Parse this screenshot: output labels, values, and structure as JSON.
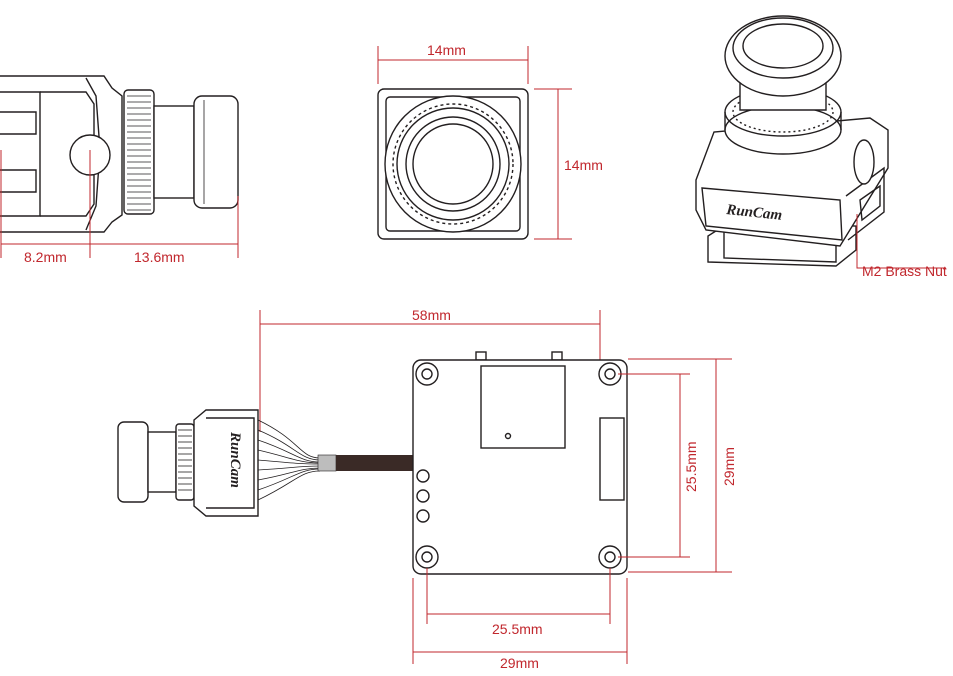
{
  "diagram": {
    "dimension_labels": {
      "side_depth_front": "8.2mm",
      "side_depth_lens": "13.6mm",
      "front_width": "14mm",
      "front_height": "14mm",
      "overall_length": "58mm",
      "board_hole_vertical": "25.5mm",
      "board_height": "29mm",
      "board_hole_horizontal": "25.5mm",
      "board_width": "29mm"
    },
    "callout": "M2 Brass Nut",
    "brand_text": "RunCam",
    "colors": {
      "dimension": "#c1272d",
      "outline": "#231f20",
      "cable": "#3a2a26"
    }
  }
}
